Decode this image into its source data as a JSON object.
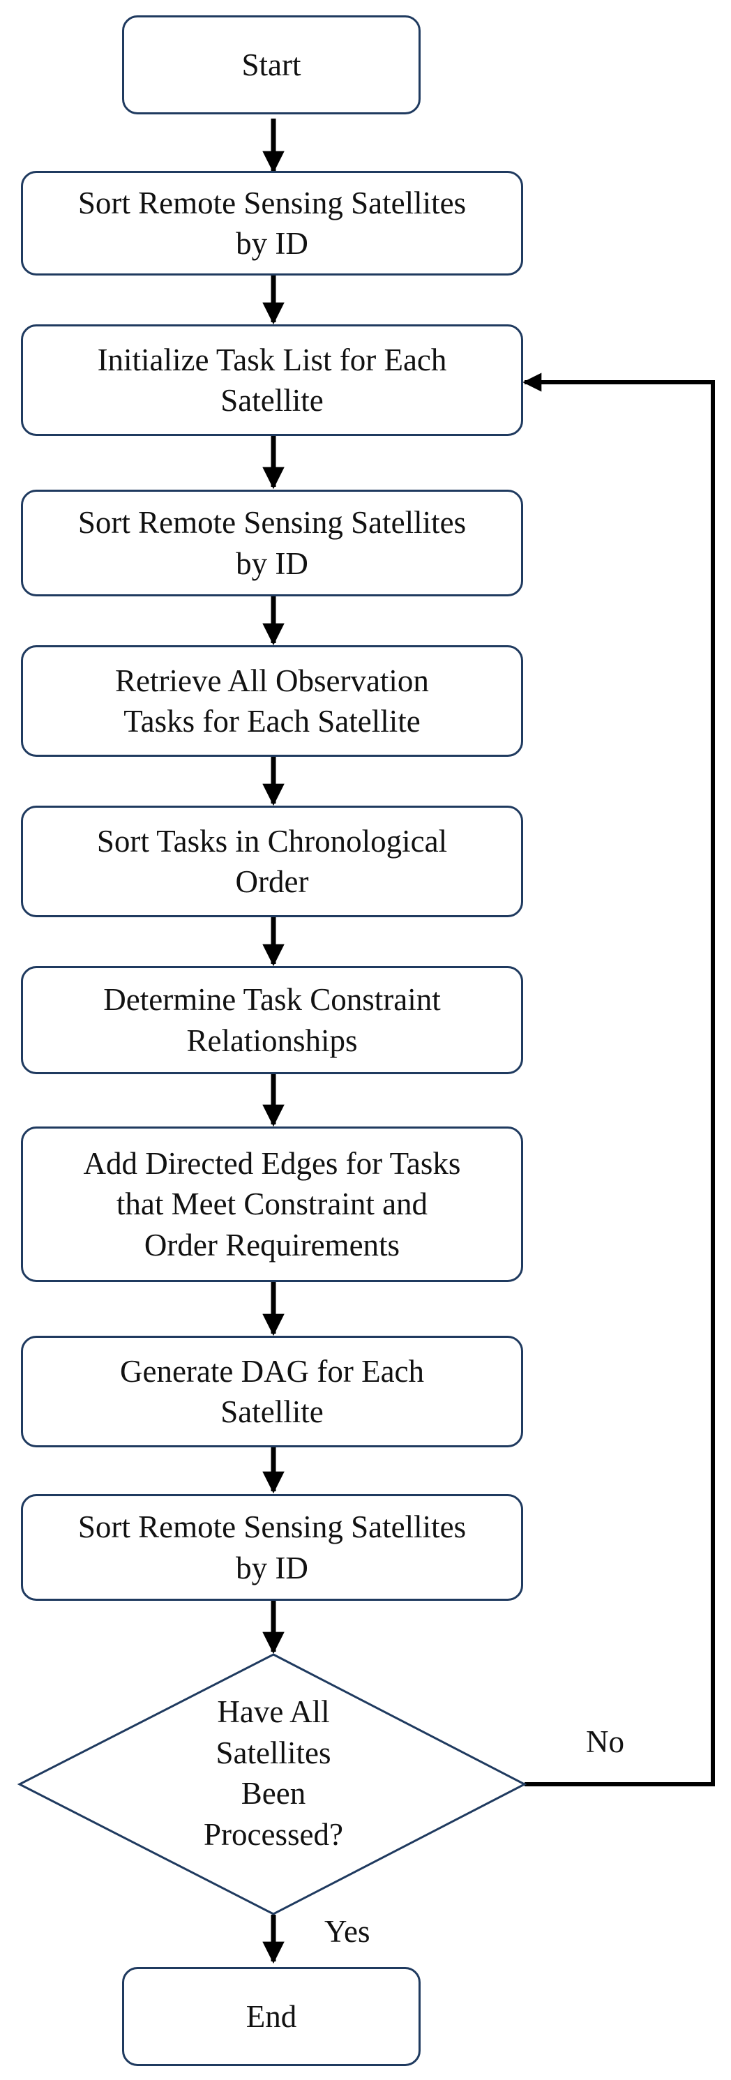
{
  "flowchart": {
    "start": "Start",
    "step1": "Sort Remote Sensing Satellites\nby ID",
    "step2": "Initialize Task List for Each\nSatellite",
    "step3": "Sort Remote Sensing Satellites\nby ID",
    "step4": "Retrieve All Observation\nTasks for Each Satellite",
    "step5": "Sort Tasks in Chronological\nOrder",
    "step6": "Determine Task Constraint\nRelationships",
    "step7": "Add Directed Edges for Tasks\nthat Meet Constraint and\nOrder Requirements",
    "step8": "Generate DAG for Each\nSatellite",
    "step9": "Sort Remote Sensing Satellites\nby ID",
    "decision": "Have All\nSatellites\nBeen\nProcessed?",
    "no_label": "No",
    "yes_label": "Yes",
    "end": "End"
  },
  "colors": {
    "border": "#1f3a5f",
    "arrow": "#000000",
    "text": "#111111"
  }
}
